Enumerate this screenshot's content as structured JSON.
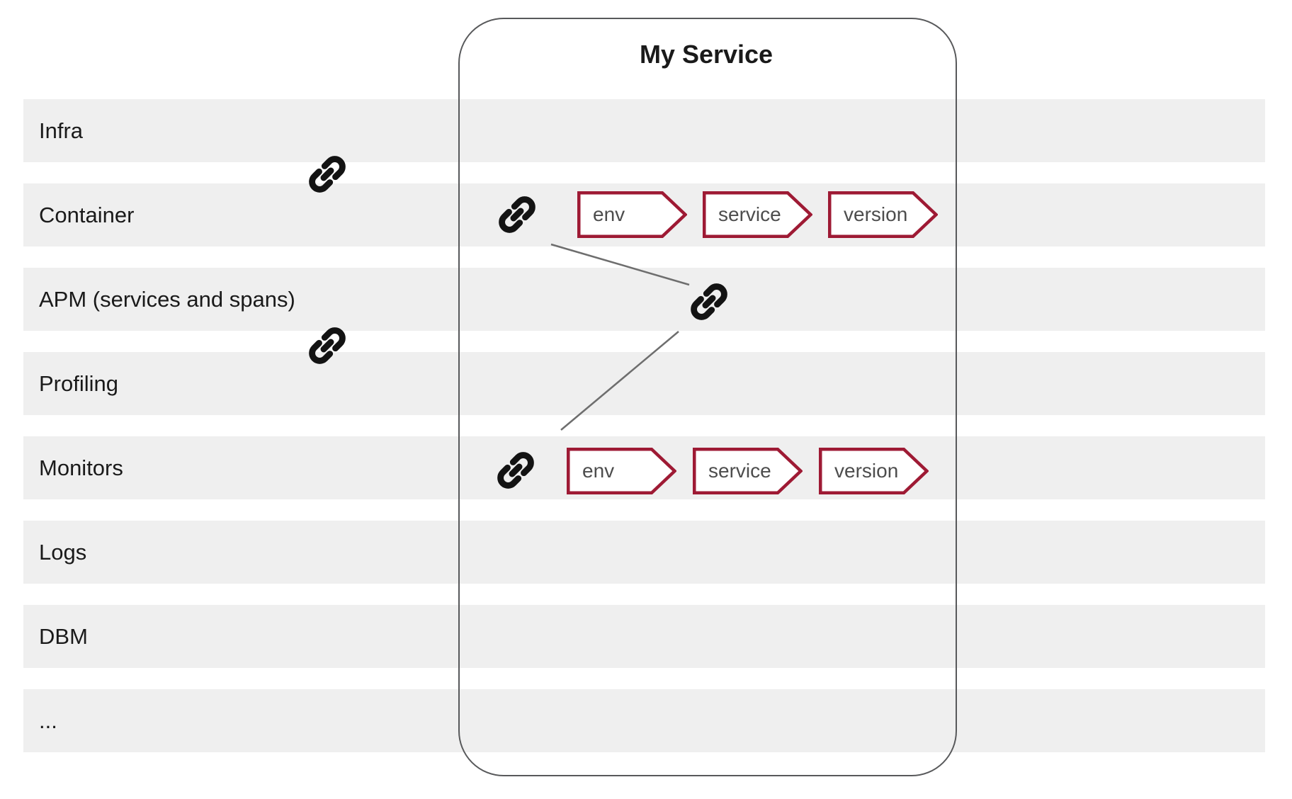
{
  "box": {
    "title": "My Service"
  },
  "rows": [
    {
      "label": "Infra"
    },
    {
      "label": "Container"
    },
    {
      "label": "APM (services and spans)"
    },
    {
      "label": "Profiling"
    },
    {
      "label": "Monitors"
    },
    {
      "label": "Logs"
    },
    {
      "label": "DBM"
    },
    {
      "label": "..."
    }
  ],
  "tag_groups": [
    {
      "location": "Container",
      "tags": [
        {
          "label": "env"
        },
        {
          "label": "service"
        },
        {
          "label": "version"
        }
      ]
    },
    {
      "location": "Monitors",
      "tags": [
        {
          "label": "env"
        },
        {
          "label": "service"
        },
        {
          "label": "version"
        }
      ]
    }
  ],
  "icons": {
    "link": "chain-link"
  },
  "colors": {
    "band": "#efefef",
    "box_border": "#58595b",
    "text": "#1a1a1a",
    "icon": "#131313",
    "connector": "#6e6e6e",
    "tag_border": "#9e1a34",
    "tag_text": "#4d4d4d",
    "tag_fill": "#ffffff"
  }
}
